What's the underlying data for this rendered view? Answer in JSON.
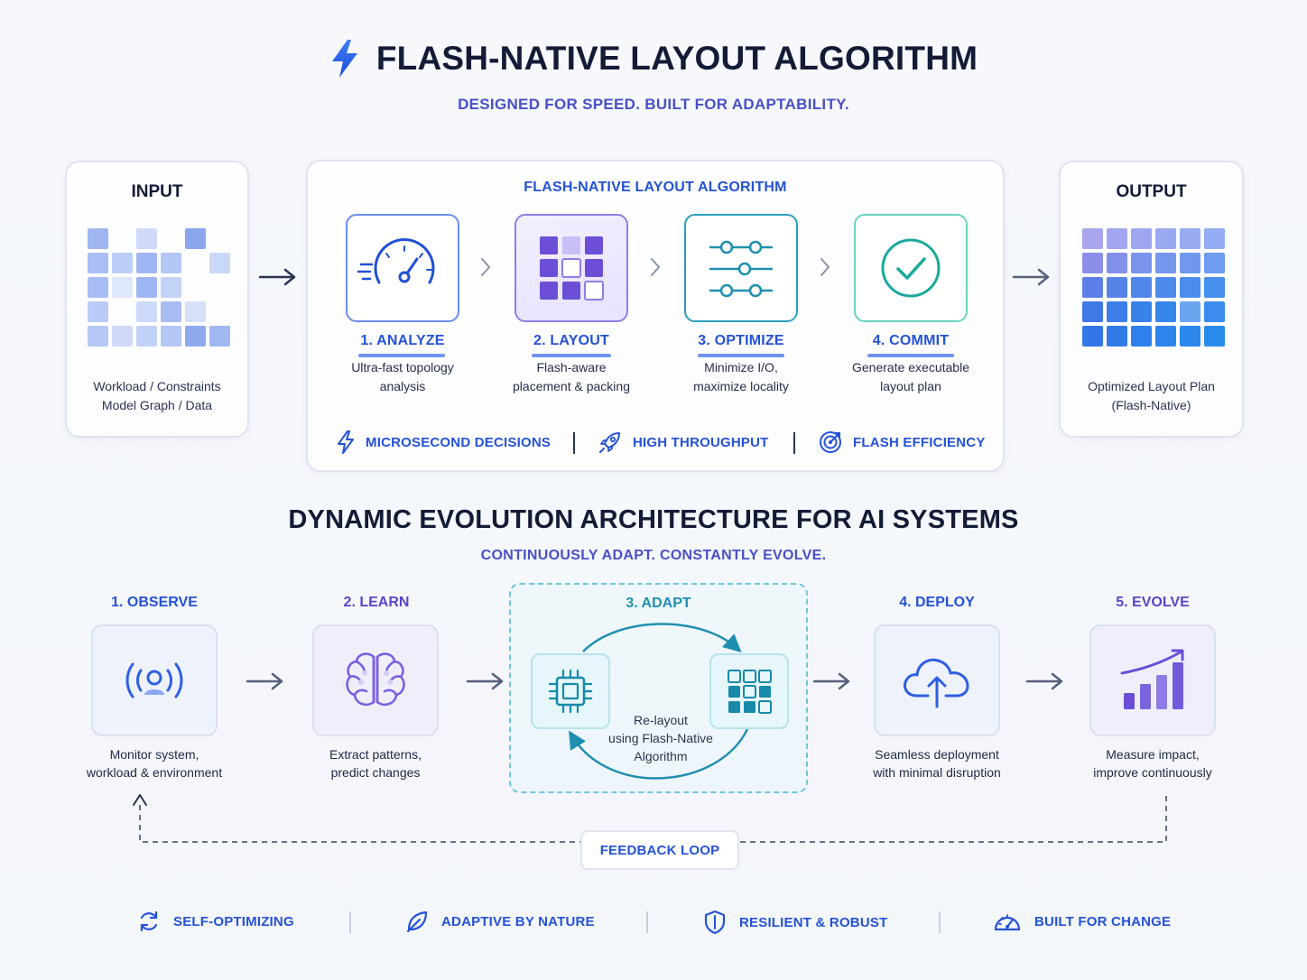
{
  "header": {
    "title": "FLASH-NATIVE LAYOUT ALGORITHM",
    "subtitle": "DESIGNED FOR SPEED. BUILT FOR ADAPTABILITY.",
    "icon": "lightning-bolt-icon"
  },
  "input": {
    "title": "INPUT",
    "caption_line1": "Workload / Constraints",
    "caption_line2": "Model Graph / Data"
  },
  "algorithm": {
    "title": "FLASH-NATIVE LAYOUT ALGORITHM",
    "steps": [
      {
        "label": "1. ANALYZE",
        "desc_line1": "Ultra-fast topology",
        "desc_line2": "analysis",
        "icon": "speedometer-icon"
      },
      {
        "label": "2. LAYOUT",
        "desc_line1": "Flash-aware",
        "desc_line2": "placement & packing",
        "icon": "grid-blocks-icon"
      },
      {
        "label": "3. OPTIMIZE",
        "desc_line1": "Minimize I/O,",
        "desc_line2": "maximize locality",
        "icon": "sliders-icon"
      },
      {
        "label": "4. COMMIT",
        "desc_line1": "Generate executable",
        "desc_line2": "layout plan",
        "icon": "check-circle-icon"
      }
    ],
    "features": [
      {
        "label": "MICROSECOND DECISIONS",
        "icon": "lightning-icon"
      },
      {
        "label": "HIGH THROUGHPUT",
        "icon": "rocket-icon"
      },
      {
        "label": "FLASH EFFICIENCY",
        "icon": "target-icon"
      }
    ]
  },
  "output": {
    "title": "OUTPUT",
    "caption_line1": "Optimized Layout Plan",
    "caption_line2": "(Flash-Native)"
  },
  "evolution": {
    "title": "DYNAMIC EVOLUTION ARCHITECTURE FOR AI SYSTEMS",
    "subtitle": "CONTINUOUSLY ADAPT. CONSTANTLY EVOLVE.",
    "stages": [
      {
        "label": "1. OBSERVE",
        "desc_line1": "Monitor system,",
        "desc_line2": "workload & environment",
        "icon": "broadcast-user-icon",
        "color": "#2452d6"
      },
      {
        "label": "2. LEARN",
        "desc_line1": "Extract patterns,",
        "desc_line2": "predict changes",
        "icon": "brain-icon",
        "color": "#5b45c9"
      },
      {
        "label": "3. ADAPT",
        "desc_line1": "Re-layout",
        "desc_line2": "using Flash-Native",
        "desc_line3": "Algorithm",
        "icon": "cpu-chip-icon",
        "color": "#1f8fb0"
      },
      {
        "label": "4. DEPLOY",
        "desc_line1": "Seamless deployment",
        "desc_line2": "with minimal disruption",
        "icon": "cloud-upload-icon",
        "color": "#2452d6"
      },
      {
        "label": "5. EVOLVE",
        "desc_line1": "Measure impact,",
        "desc_line2": "improve continuously",
        "icon": "growth-chart-icon",
        "color": "#5b45c9"
      }
    ],
    "feedback": "FEEDBACK LOOP"
  },
  "bottom_features": [
    {
      "label": "SELF-OPTIMIZING",
      "icon": "refresh-icon"
    },
    {
      "label": "ADAPTIVE BY NATURE",
      "icon": "leaf-icon"
    },
    {
      "label": "RESILIENT & ROBUST",
      "icon": "shield-icon"
    },
    {
      "label": "BUILT FOR CHANGE",
      "icon": "gauge-icon"
    }
  ],
  "colors": {
    "accent_blue": "#2452d6",
    "accent_purple": "#5b45c9",
    "accent_teal": "#1f8fb0",
    "title_navy": "#131b36"
  }
}
